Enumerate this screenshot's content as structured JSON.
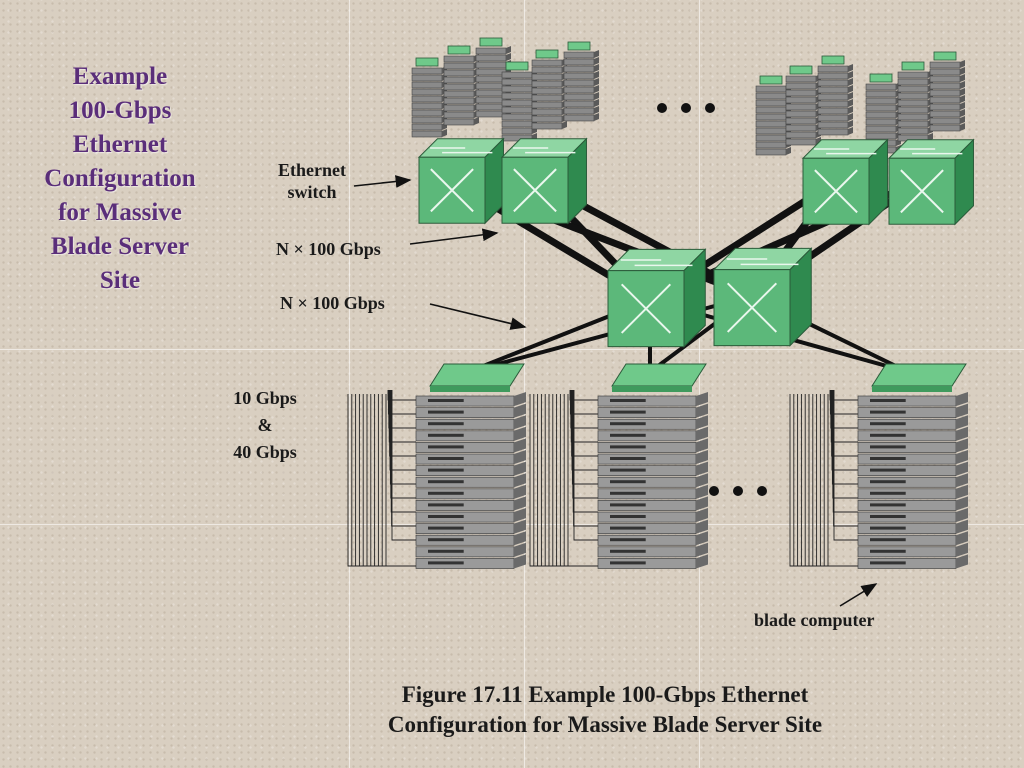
{
  "slide": {
    "title_lines": [
      "Example",
      "100-Gbps",
      "Ethernet",
      "Configuration",
      "for Massive",
      "Blade Server",
      "Site"
    ]
  },
  "diagram": {
    "labels": {
      "switch_line1": "Ethernet",
      "switch_line2": "switch",
      "link_upper": "N  × 100 Gbps",
      "link_lower": "N  × 100 Gbps",
      "speed_1": "10 Gbps",
      "speed_amp": "&",
      "speed_2": "40 Gbps",
      "blade": "blade computer"
    },
    "caption_line1": "Figure 17.11   Example 100-Gbps Ethernet",
    "caption_line2": "Configuration for Massive Blade Server Site",
    "colors": {
      "switch_front": "#5cb87a",
      "switch_side": "#2f8a4f",
      "switch_top": "#8fd6a3",
      "server_gray": "#8a8a8a",
      "link": "#111111",
      "title": "#5a2e7a"
    }
  }
}
